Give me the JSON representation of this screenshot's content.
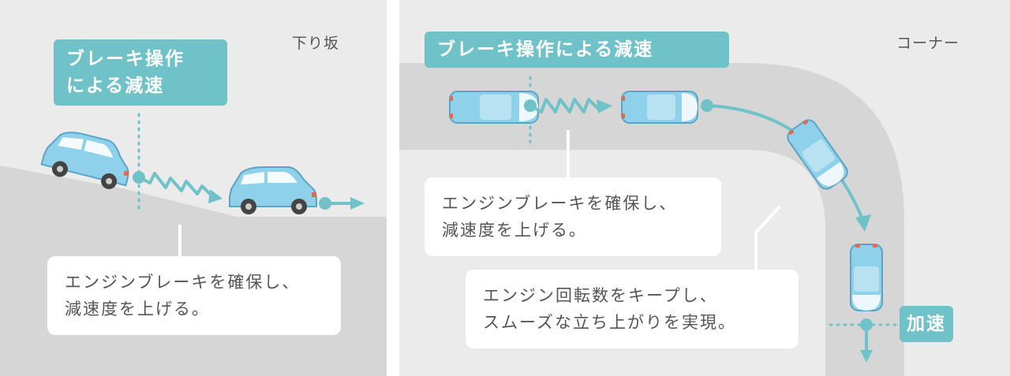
{
  "left_panel": {
    "corner_label": "下り坂",
    "tag_lines": [
      "ブレーキ操作",
      "による減速"
    ],
    "bubble_lines": [
      "エンジンブレーキを確保し、",
      "減速度を上げる。"
    ]
  },
  "right_panel": {
    "corner_label": "コーナー",
    "tag": "ブレーキ操作による減速",
    "bubble1_lines": [
      "エンジンブレーキを確保し、",
      "減速度を上げる。"
    ],
    "bubble2_lines": [
      "エンジン回転数をキープし、",
      "スムーズな立ち上がりを実現。"
    ],
    "accel_tag": "加速"
  },
  "colors": {
    "accent": "#6fc2c8",
    "car_body": "#8fd0ea",
    "road": "#d6d6d6",
    "background": "#ebebeb",
    "text": "#555555"
  }
}
